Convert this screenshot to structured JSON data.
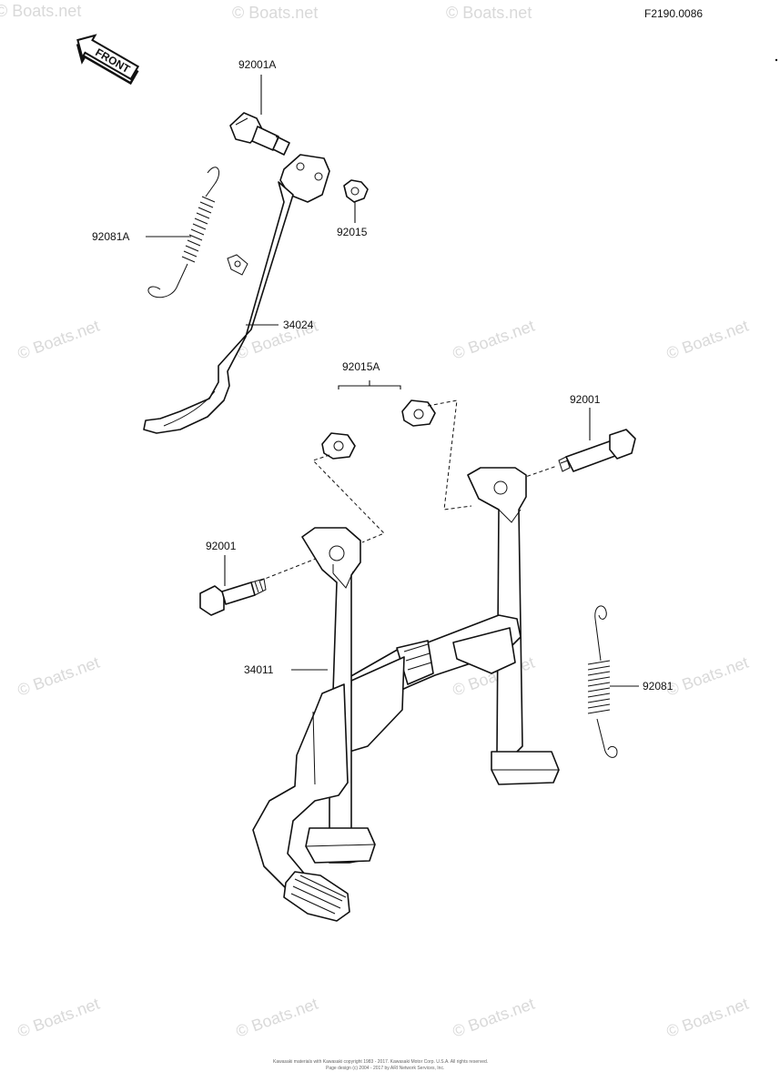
{
  "figure_code": "F2190.0086",
  "front_arrow_label": "FRONT",
  "callouts": {
    "bolt_side_stand": "92001A",
    "spring_side_stand": "92081A",
    "nut_side_stand": "92015",
    "side_stand": "34024",
    "nut_center_stand": "92015A",
    "bolt_right": "92001",
    "bolt_left": "92001",
    "center_stand": "34011",
    "spring_center_stand": "92081"
  },
  "watermark_text": "© Boats.net",
  "footer": {
    "line1": "Kawasaki materials with Kawasaki copyright 1983 - 2017. Kawasaki Motor Corp. U.S.A. All rights reserved.",
    "line2": "Page design (c) 2004 - 2017 by ARI Network Services, Inc."
  }
}
